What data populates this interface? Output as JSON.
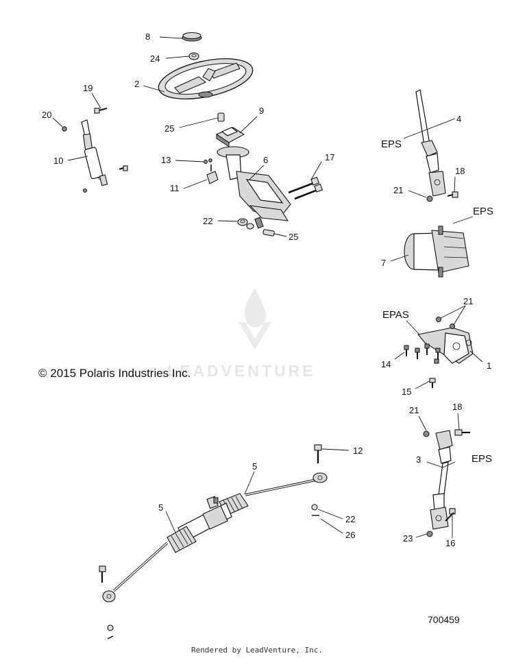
{
  "callouts": [
    {
      "key": "c8",
      "text": "8"
    },
    {
      "key": "c24",
      "text": "24"
    },
    {
      "key": "c2",
      "text": "2"
    },
    {
      "key": "c19",
      "text": "19"
    },
    {
      "key": "c20",
      "text": "20"
    },
    {
      "key": "c9",
      "text": "9"
    },
    {
      "key": "c25a",
      "text": "25"
    },
    {
      "key": "c10",
      "text": "10"
    },
    {
      "key": "c13",
      "text": "13"
    },
    {
      "key": "c6",
      "text": "6"
    },
    {
      "key": "c17",
      "text": "17"
    },
    {
      "key": "c11",
      "text": "11"
    },
    {
      "key": "c22a",
      "text": "22"
    },
    {
      "key": "c25b",
      "text": "25"
    },
    {
      "key": "c4",
      "text": "4"
    },
    {
      "key": "c18a",
      "text": "18"
    },
    {
      "key": "c21a",
      "text": "21"
    },
    {
      "key": "c7",
      "text": "7"
    },
    {
      "key": "c21b",
      "text": "21"
    },
    {
      "key": "c14",
      "text": "14"
    },
    {
      "key": "c1",
      "text": "1"
    },
    {
      "key": "c15",
      "text": "15"
    },
    {
      "key": "c21c",
      "text": "21"
    },
    {
      "key": "c18b",
      "text": "18"
    },
    {
      "key": "c3",
      "text": "3"
    },
    {
      "key": "c12",
      "text": "12"
    },
    {
      "key": "c5a",
      "text": "5"
    },
    {
      "key": "c5b",
      "text": "5"
    },
    {
      "key": "c22b",
      "text": "22"
    },
    {
      "key": "c26",
      "text": "26"
    },
    {
      "key": "c23",
      "text": "23"
    },
    {
      "key": "c16",
      "text": "16"
    }
  ],
  "tags": {
    "eps_column": "EPS",
    "eps_motor": "EPS",
    "epas_bracket": "EPAS",
    "eps_lower": "EPS"
  },
  "copyright": "© 2015 Polaris Industries Inc.",
  "watermark": "LEADVENTURE",
  "diagram_id": "700459",
  "footer": "Rendered by LeadVenture, Inc."
}
